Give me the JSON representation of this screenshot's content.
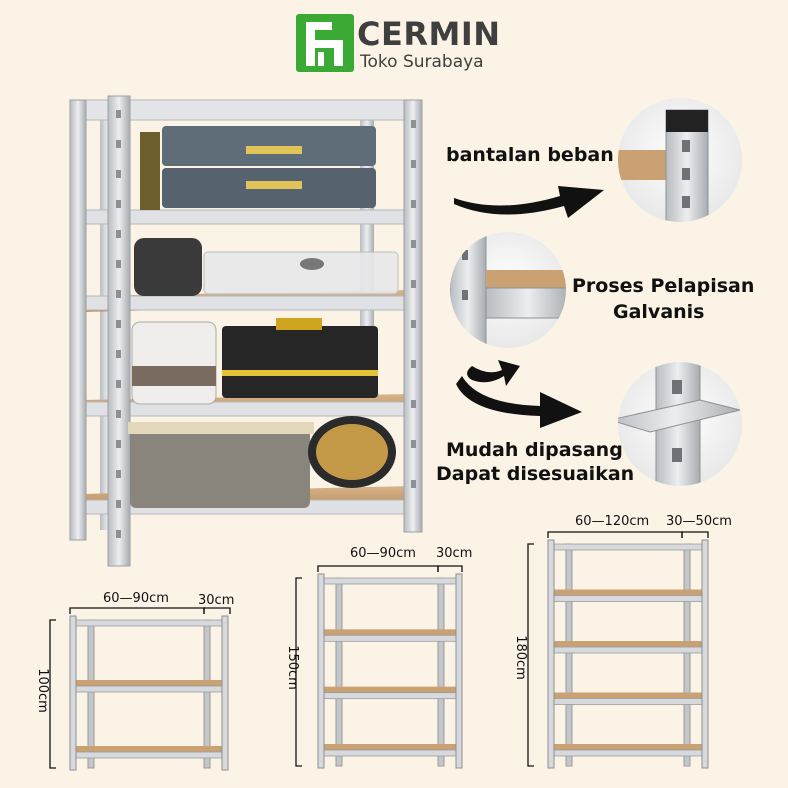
{
  "brand": {
    "name": "CERMIN",
    "tagline": "Toko Surabaya",
    "color": "#3aaa35",
    "icon": "chair-logo-icon"
  },
  "features": {
    "load_pad": "bantalan beban",
    "galvanis_line1": "Proses Pelapisan",
    "galvanis_line2": "Galvanis",
    "assembly_line1": "Mudah dipasang",
    "assembly_line2": "Dapat disesuaikan"
  },
  "shelves": [
    {
      "width": "60—90cm",
      "depth": "30cm",
      "height": "100cm",
      "levels": 3
    },
    {
      "width": "60—90cm",
      "depth": "30cm",
      "height": "150cm",
      "levels": 4
    },
    {
      "width": "60—120cm",
      "depth": "30—50cm",
      "height": "180cm",
      "levels": 5
    }
  ],
  "colors": {
    "background": "#fbf3e6",
    "metal": "#d7d9dc",
    "board": "#c9a173",
    "arrow": "#111111"
  }
}
